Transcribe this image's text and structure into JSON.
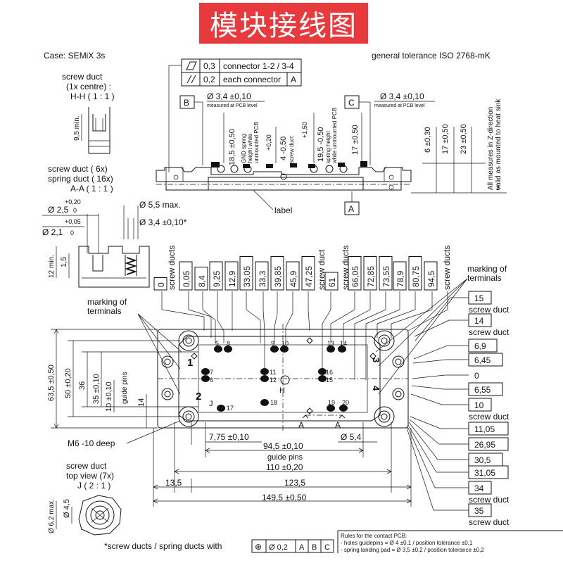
{
  "banner": {
    "title": "模块接线图",
    "bg_color": "#e8393c"
  },
  "header": {
    "case": "Case: SEMiX 3s",
    "tolerance": "general tolerance ISO 2768-mK",
    "tol_row1": [
      "0,3",
      "connector 1-2 / 3-4"
    ],
    "tol_row2": [
      "0,2",
      "each connector",
      "A"
    ],
    "ref_b": "B",
    "ref_c": "C",
    "ref_a": "A",
    "phi_b": "Ø 3,4 ±0,10",
    "phi_c": "Ø 3,4 ±0,10",
    "measured_b": "measured at PCB level",
    "measured_c": "measured at PCB level"
  },
  "side_view": {
    "vlabels": [
      "18,5 ±0,50",
      "GND spring",
      "height while",
      "unmounted PCB",
      "+0,20",
      "4 -0,50",
      "screw duct",
      "+1,50",
      "19,5 -0,50",
      "spring height",
      "while unmounted PCB",
      "17 ±0,50"
    ],
    "right_vlabels": [
      "6 ±0,30",
      "17 ±0,50",
      "23 ±0,50"
    ],
    "note": [
      "All measures in Z-direction",
      "valid as mounted to heat sink"
    ],
    "z": "z",
    "label": "label"
  },
  "screw_duct_hh": {
    "lines": [
      "screw duct",
      "(1x centre) :",
      "H-H   ( 1 : 1 )"
    ],
    "dim": "9,5 min."
  },
  "screw_duct_aa": {
    "lines": [
      "screw duct  ( 6x)",
      "spring duct  ( 16x)",
      "A-A   ( 1 : 1 )"
    ],
    "d25": "Ø 2,5",
    "d25_tol": [
      "+0,20",
      "0"
    ],
    "d21": "Ø 2,1",
    "d21_tol": [
      "+0,05",
      "0"
    ],
    "d55": "Ø 5,5 max.",
    "d34": "Ø 3,4 ±0,10*",
    "v12": "12 min.",
    "v15": "1,5"
  },
  "top_labels": [
    "0",
    "screw ducts",
    "0,05",
    "8,4",
    "9,25",
    "12,9",
    "33,05",
    "33,3",
    "39,85",
    "45,9",
    "47,25",
    "screw duct",
    "61",
    "screw ducts",
    "66,05",
    "72,85",
    "73,55",
    "78,9",
    "80,75",
    "94,5",
    "screw ducts"
  ],
  "marking_terminals_left": [
    "marking of",
    "terminals"
  ],
  "marking_terminals_right": [
    "marking of",
    "terminals"
  ],
  "right_boxes": [
    {
      "value": "15",
      "sub": "screw duct"
    },
    {
      "value": "14",
      "sub": "screw duct"
    },
    {
      "value": "6,9",
      "sub": ""
    },
    {
      "value": "6,45",
      "sub": ""
    },
    {
      "value": "0",
      "sub": ""
    },
    {
      "value": "6,55",
      "sub": ""
    },
    {
      "value": "10",
      "sub": "screw duct"
    },
    {
      "value": "11,05",
      "sub": ""
    },
    {
      "value": "26,95",
      "sub": ""
    },
    {
      "value": "30,5",
      "sub": ""
    },
    {
      "value": "31,05",
      "sub": ""
    },
    {
      "value": "34",
      "sub": "screw duct"
    },
    {
      "value": "35",
      "sub": "screw duct"
    }
  ],
  "left_dims": [
    "63,5 ±0,50",
    "50 ±0,20",
    "36",
    "35 ±0,10",
    "10 ±0,10",
    "guide pins",
    "14"
  ],
  "pins": [
    "5",
    "8",
    "9",
    "10",
    "13",
    "14",
    "7",
    "6",
    "11",
    "12",
    "16",
    "15",
    "18",
    "17",
    "19",
    "20",
    "1",
    "2",
    "3",
    "4",
    "H",
    "J"
  ],
  "section_a_marks": [
    "A",
    "A"
  ],
  "bottom_dims": {
    "d775": "7,75 ±0,10",
    "d54": "Ø 5,4",
    "d945": "94,5 ±0,10",
    "guide": "guide pins",
    "d110": "110 ±0,20",
    "d135": "13,5",
    "d1235": "123,5",
    "d1495": "149,5 ±0,50"
  },
  "m6": "M6 -10 deep",
  "screw_duct_j": {
    "lines": [
      "screw duct",
      "top view  (7x)",
      "J   ( 2 : 1 )"
    ],
    "d45": "Ø 4,5",
    "d62": "Ø 6,2 max."
  },
  "footnote": {
    "text": "*screw ducts / spring ducts with",
    "cells": [
      "⊕",
      "Ø 0,2",
      "A",
      "B",
      "C"
    ]
  },
  "rules": {
    "title": "Rules for the contact PCB:",
    "line1": "- holes guidepins = Ø 4 ±0,1 / position tolerance ±0,1",
    "line2": "- spring landing pad = Ø 3,5 ±0,2 / position tolerance ±0,2"
  }
}
